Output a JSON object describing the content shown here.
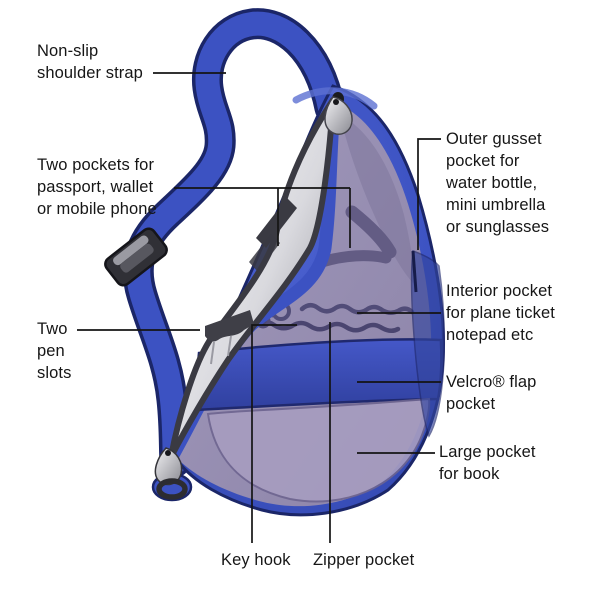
{
  "labels": {
    "non_slip_strap": "Non-slip\nshoulder strap",
    "two_pockets": "Two pockets for\npassport, wallet\nor mobile phone",
    "pen_slots": "Two\npen\nslots",
    "outer_gusset": "Outer gusset\npocket for\nwater bottle,\nmini umbrella\nor sunglasses",
    "interior_pocket": "Interior pocket\nfor plane ticket\nnotepad etc",
    "velcro_flap": "Velcro® flap\npocket",
    "large_pocket": "Large pocket\nfor book",
    "key_hook": "Key hook",
    "zipper_pocket": "Zipper pocket"
  },
  "colors": {
    "bag_blue": "#3c52c2",
    "bag_blue_light": "#5c70d2",
    "bag_blue_dark": "#30409f",
    "outline_navy": "#1b2668",
    "interior_lavender": "#968db3",
    "interior_lavender_dark": "#635c84",
    "interior_line": "#514c78",
    "pocket_lavender": "#a79dc0",
    "lining_light": "#f5f5f7",
    "lining_dark": "#85858d",
    "zipper_dark": "#3a3a42",
    "hardware_silver": "#d9d9de",
    "hardware_dark": "#2e2e33",
    "leader": "#141414",
    "text": "#161616",
    "background": "#ffffff"
  }
}
